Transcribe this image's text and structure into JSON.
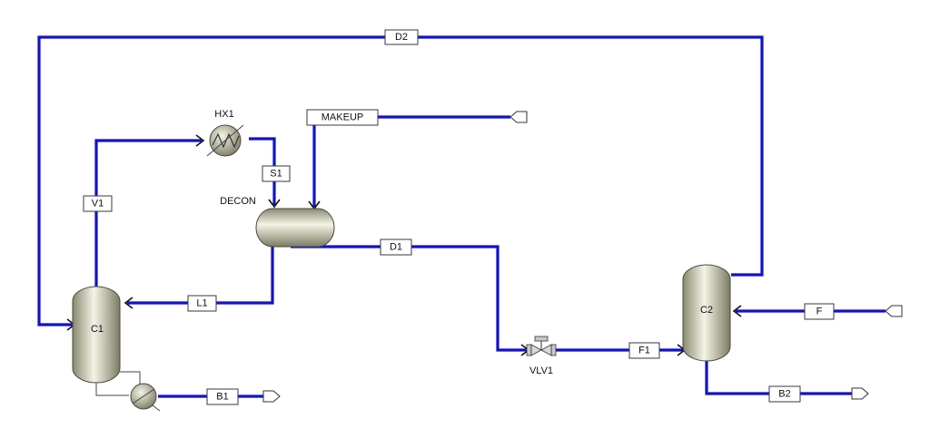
{
  "blocks": {
    "c1": "C1",
    "c2": "C2",
    "hx1": "HX1",
    "decon": "DECON",
    "vlv1": "VLV1"
  },
  "streams": {
    "d2": "D2",
    "makeup": "MAKEUP",
    "s1": "S1",
    "v1": "V1",
    "d1": "D1",
    "l1": "L1",
    "b1": "B1",
    "f1": "F1",
    "f": "F",
    "b2": "B2"
  },
  "colors": {
    "stream": "#1212c8",
    "vessel_light": "#f4f4e6",
    "vessel_dark": "#8a8a72"
  }
}
